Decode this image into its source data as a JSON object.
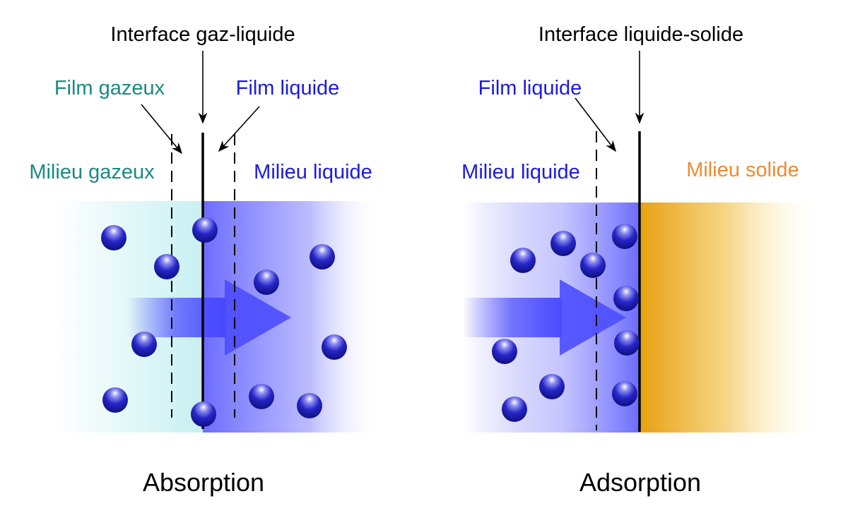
{
  "absorption": {
    "interface_label": "Interface gaz-liquide",
    "film_gas_label": "Film gazeux",
    "film_liquid_label": "Film liquide",
    "medium_gas_label": "Milieu gazeux",
    "medium_liquid_label": "Milieu liquide",
    "title": "Absorption"
  },
  "adsorption": {
    "interface_label": "Interface liquide-solide",
    "film_liquid_label": "Film liquide",
    "medium_liquid_label": "Milieu liquide",
    "medium_solid_label": "Milieu solide",
    "title": "Adsorption"
  },
  "colors": {
    "gas": "#c8f0f2",
    "liquid": "#6c6cff",
    "solid": "#e8a010",
    "molecule": "#2222cc",
    "arrow": "#4c4cff",
    "teal_text": "#1a8a82",
    "blue_text": "#1a1ae6",
    "orange_text": "#f08a2e"
  },
  "icons": {
    "molecule": "sphere-icon",
    "flow": "flow-arrow-icon"
  }
}
